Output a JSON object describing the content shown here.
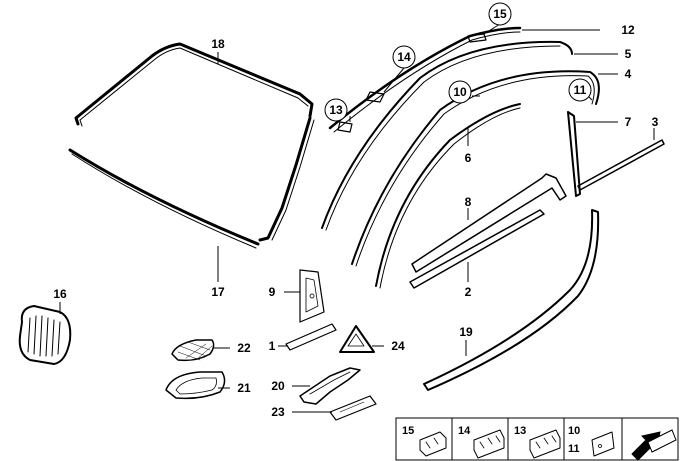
{
  "labels": {
    "p1": "1",
    "p2": "2",
    "p3": "3",
    "p4": "4",
    "p5": "5",
    "p6": "6",
    "p7": "7",
    "p8": "8",
    "p9": "9",
    "p10": "10",
    "p11": "11",
    "p12": "12",
    "p13": "13",
    "p14": "14",
    "p15": "15",
    "p16": "16",
    "p17": "17",
    "p18": "18",
    "p19": "19",
    "p20": "20",
    "p21": "21",
    "p22": "22",
    "p23": "23",
    "p24": "24"
  },
  "legend": {
    "c15": "15",
    "c14": "14",
    "c13": "13",
    "c10": "10",
    "c11": "11"
  }
}
